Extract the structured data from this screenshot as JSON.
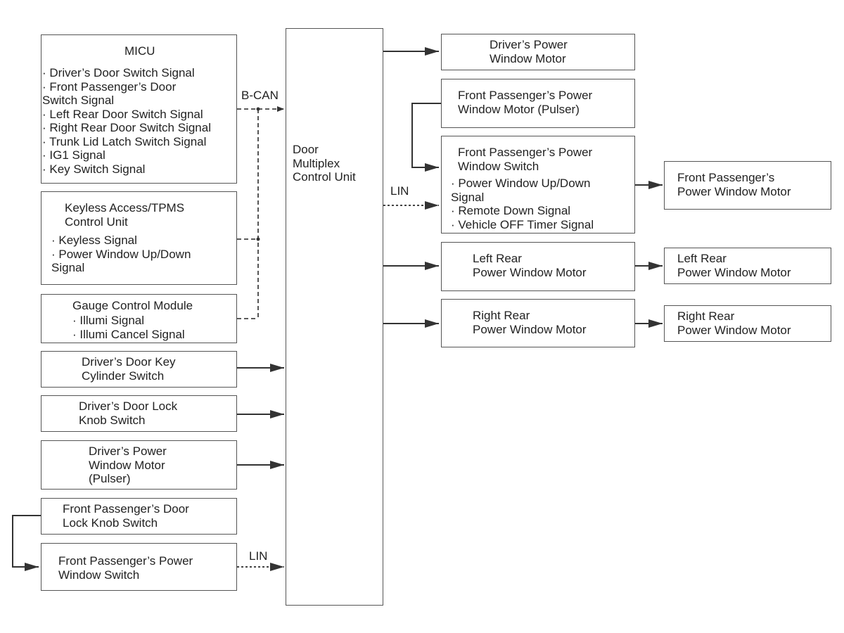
{
  "micu": {
    "title": "MICU",
    "signals": "· Driver’s Door Switch Signal\n· Front Passenger’s Door\nSwitch Signal\n· Left Rear Door Switch Signal\n· Right Rear Door Switch Signal\n· Trunk Lid Latch Switch Signal\n· IG1 Signal\n· Key Switch Signal"
  },
  "keyless": {
    "title": "Keyless Access/TPMS\nControl Unit",
    "signals": "· Keyless Signal\n· Power Window Up/Down\nSignal"
  },
  "gauge": {
    "title": "Gauge Control Module",
    "signals": "· Illumi Signal\n· Illumi Cancel Signal"
  },
  "key_cylinder": {
    "label": "Driver’s Door Key\nCylinder Switch"
  },
  "lock_knob": {
    "label": "Driver’s Door Lock\nKnob Switch"
  },
  "drv_motor_pulser": {
    "label": "Driver’s Power\nWindow Motor\n(Pulser)"
  },
  "fp_lock_knob": {
    "label": "Front Passenger’s Door\nLock Knob Switch"
  },
  "fp_switch_left": {
    "label": "Front Passenger’s Power\nWindow Switch"
  },
  "dmcu": {
    "label": "Door\nMultiplex\nControl Unit"
  },
  "drv_motor": {
    "label": "Driver’s Power\nWindow Motor"
  },
  "fp_motor_pulser": {
    "label": "Front Passenger’s Power\nWindow Motor (Pulser)"
  },
  "fp_switch_right": {
    "title": "Front Passenger’s Power\nWindow Switch",
    "signals": "· Power Window Up/Down\nSignal\n· Remote Down Signal\n· Vehicle OFF Timer Signal"
  },
  "fp_motor": {
    "label": "Front Passenger’s\nPower Window Motor"
  },
  "lr_unit": {
    "label": "Left Rear\nPower Window Motor"
  },
  "lr_motor": {
    "label": "Left Rear\nPower Window Motor"
  },
  "rr_unit": {
    "label": "Right Rear\nPower Window Motor"
  },
  "rr_motor": {
    "label": "Right Rear\nPower Window Motor"
  },
  "labels": {
    "bcan": "B-CAN",
    "lin_top": "LIN",
    "lin_bottom": "LIN"
  }
}
